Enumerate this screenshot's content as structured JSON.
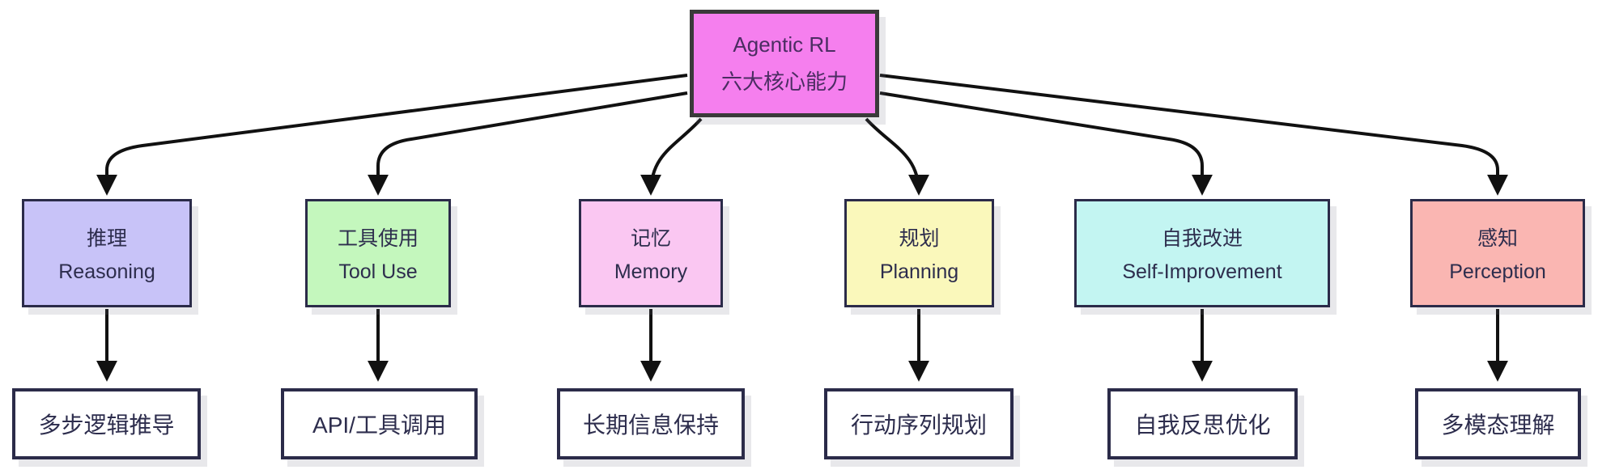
{
  "diagram": {
    "root": {
      "line1": "Agentic RL",
      "line2": "六大核心能力",
      "fill": "#f57fee",
      "border": "#3a3a3a",
      "text_color": "#4b2d62"
    },
    "capabilities": [
      {
        "zh": "推理",
        "en": "Reasoning",
        "fill": "#c8c3f8",
        "detail": "多步逻辑推导"
      },
      {
        "zh": "工具使用",
        "en": "Tool Use",
        "fill": "#c4f7bd",
        "detail": "API/工具调用"
      },
      {
        "zh": "记忆",
        "en": "Memory",
        "fill": "#fac7f2",
        "detail": "长期信息保持"
      },
      {
        "zh": "规划",
        "en": "Planning",
        "fill": "#faf8bb",
        "detail": "行动序列规划"
      },
      {
        "zh": "自我改进",
        "en": "Self-Improvement",
        "fill": "#c3f5f2",
        "detail": "自我反思优化"
      },
      {
        "zh": "感知",
        "en": "Perception",
        "fill": "#fab6b2",
        "detail": "多模态理解"
      }
    ],
    "colors": {
      "background": "#ffffff",
      "arrow": "#111111",
      "node_border": "#2b2b49",
      "node_text": "#2d2d4d",
      "detail_fill": "#ffffff"
    }
  }
}
